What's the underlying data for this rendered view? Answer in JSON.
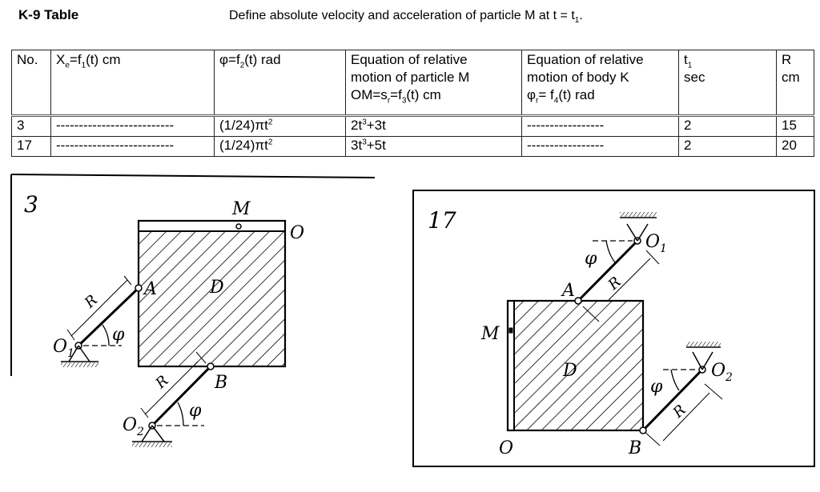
{
  "header": {
    "title": "K-9 Table",
    "task": "Define absolute velocity and acceleration of particle M at t = t",
    "task_sub": "1",
    "task_end": "."
  },
  "table": {
    "columns": [
      {
        "label": "No."
      },
      {
        "label": "X",
        "sub": "e",
        "rest": "=f",
        "sub2": "1",
        "rest2": "(t) cm"
      },
      {
        "label": "φ=f",
        "sub": "2",
        "rest": "(t) rad"
      },
      {
        "line1": "Equation of relative",
        "line2": "motion of particle M",
        "line3a": "OM=s",
        "sub": "r",
        "line3b": "=f",
        "sub2": "3",
        "line3c": "(t) cm"
      },
      {
        "line1": "Equation of relative",
        "line2": "motion of body K",
        "line3a": "φ",
        "sub": "r",
        "line3b": "= f",
        "sub2": "4",
        "line3c": "(t) rad"
      },
      {
        "line1a": "t",
        "sub": "1",
        "line2": "sec"
      },
      {
        "line1": "R",
        "line2": "cm"
      }
    ],
    "rows": [
      {
        "no": "3",
        "xe": "--------------------------",
        "phi": "(1/24)πt",
        "phi_sup": "2",
        "om_a": "2t",
        "om_sup": "3",
        "om_b": "+3t",
        "phir": "-----------------",
        "t1": "2",
        "r": "15"
      },
      {
        "no": "17",
        "xe": "--------------------------",
        "phi": "(1/24)πt",
        "phi_sup": "2",
        "om_a": "3t",
        "om_sup": "3",
        "om_b": "+5t",
        "phir": "-----------------",
        "t1": "2",
        "r": "20"
      }
    ]
  },
  "diagrams": [
    {
      "number": "3",
      "labels": {
        "M": "M",
        "O": "O",
        "A": "A",
        "D": "D",
        "B": "B",
        "O1": "O",
        "O1_sub": "1",
        "O2": "O",
        "O2_sub": "2",
        "R": "R",
        "phi": "φ"
      }
    },
    {
      "number": "17",
      "labels": {
        "M": "M",
        "O": "O",
        "A": "A",
        "D": "D",
        "B": "B",
        "O1": "O",
        "O1_sub": "1",
        "O2": "O",
        "O2_sub": "2",
        "R": "R",
        "phi": "φ"
      }
    }
  ]
}
